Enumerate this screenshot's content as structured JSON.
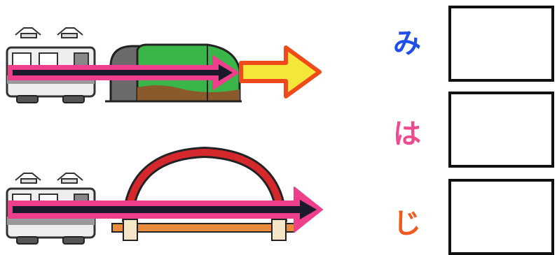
{
  "labels": [
    {
      "text": "み",
      "color": "#1f4fe8"
    },
    {
      "text": "は",
      "color": "#ee4a8e"
    },
    {
      "text": "じ",
      "color": "#f05a1e"
    }
  ],
  "colors": {
    "pink_arrow": "#ee3e8c",
    "dark_arrow": "#1a1a2a",
    "tunnel_green": "#3ab54a",
    "tunnel_gray": "#6b6b6b",
    "bridge_red": "#d4282c",
    "bridge_deck": "#e98a3c",
    "exit_arrow_fill": "#f5e63a",
    "exit_arrow_edge": "#f04a1a"
  },
  "icons": [
    "train-icon",
    "tunnel-icon",
    "bridge-icon",
    "arrow-icon"
  ]
}
